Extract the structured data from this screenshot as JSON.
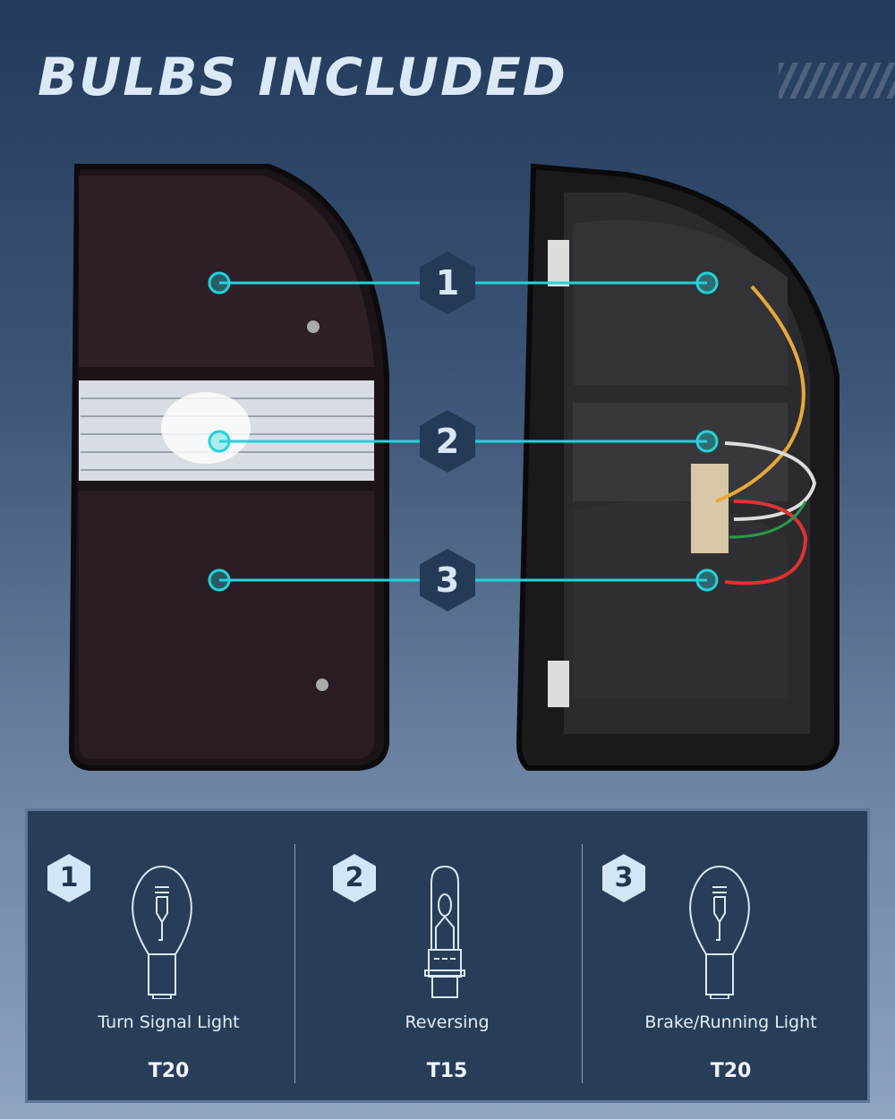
{
  "title": "BULBS INCLUDED",
  "callouts": [
    "1",
    "2",
    "3"
  ],
  "accent_color": "#22d3d9",
  "bulbs": [
    {
      "number": "1",
      "label": "Turn Signal Light",
      "code": "T20",
      "icon": "bulb-t20-icon"
    },
    {
      "number": "2",
      "label": "Reversing",
      "code": "T15",
      "icon": "bulb-t15-icon"
    },
    {
      "number": "3",
      "label": "Brake/Running Light",
      "code": "T20",
      "icon": "bulb-t20-icon"
    }
  ]
}
